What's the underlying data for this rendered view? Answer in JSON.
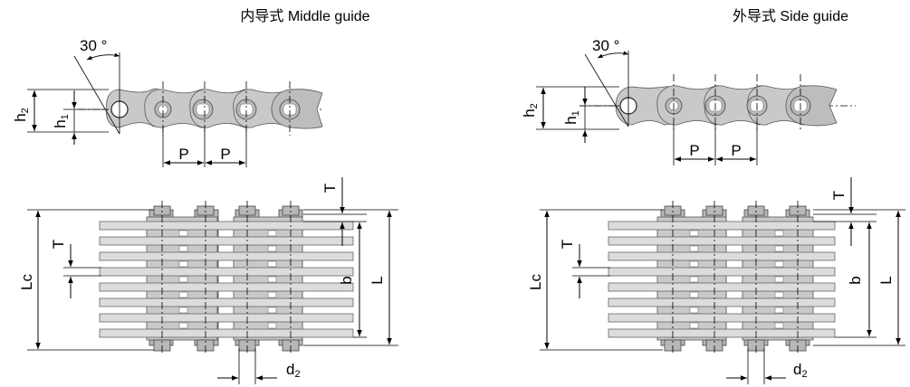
{
  "left": {
    "title": "内导式 Middle guide",
    "angle": "30 °",
    "h1": "h",
    "h1_sub": "1",
    "h2": "h",
    "h2_sub": "2",
    "pitch1": "P",
    "pitch2": "P",
    "t_top": "T",
    "t_left": "T",
    "lc": "Lc",
    "b": "b",
    "l": "L",
    "d2": "d",
    "d2_sub": "2"
  },
  "right": {
    "title": "外导式 Side guide",
    "angle": "30 °",
    "h1": "h",
    "h1_sub": "1",
    "h2": "h",
    "h2_sub": "2",
    "pitch1": "P",
    "pitch2": "P",
    "t_top": "T",
    "t_left": "T",
    "lc": "Lc",
    "b": "b",
    "l": "L",
    "d2": "d",
    "d2_sub": "2"
  }
}
